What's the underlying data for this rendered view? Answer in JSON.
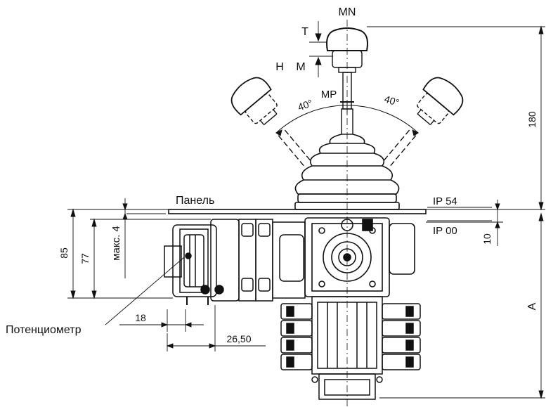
{
  "labels": {
    "mn": "MN",
    "t": "T",
    "h": "H",
    "m": "M",
    "mp": "MP",
    "angle_left": "40°",
    "angle_right": "40°",
    "panel": "Панель",
    "ip54": "IP 54",
    "ip00": "IP 00",
    "potentiometer": "Потенциометр"
  },
  "dimensions": {
    "d180": "180",
    "d10": "10",
    "dA": "A",
    "d85": "85",
    "d77": "77",
    "d_max4": "макс. 4",
    "d18": "18",
    "d2650": "26,50"
  },
  "colors": {
    "line": "#111111",
    "background": "#ffffff"
  }
}
